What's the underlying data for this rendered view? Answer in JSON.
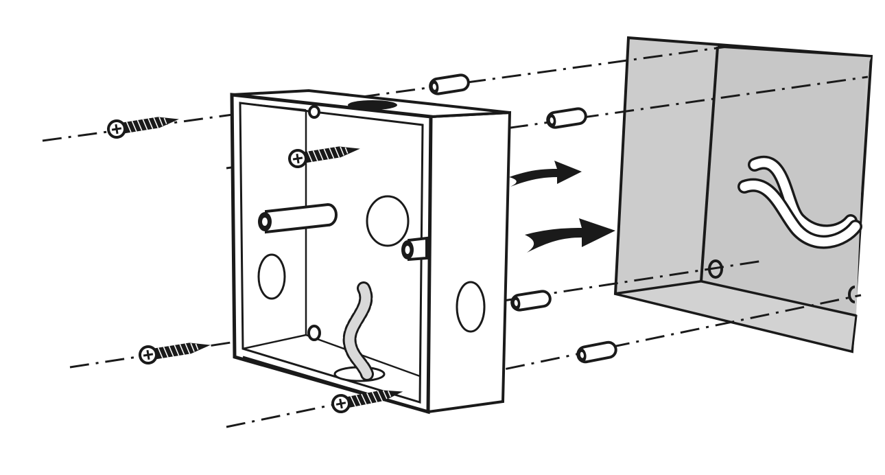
{
  "figure": {
    "kind": "exploded-installation-diagram",
    "colors": {
      "ink": "#1a1a1a",
      "wall_recess": "#cccccc",
      "background": "#ffffff",
      "dashed_cable": "#d9d9d9"
    },
    "parts": [
      {
        "name": "surface-mount-box"
      },
      {
        "name": "wall-recess"
      },
      {
        "name": "screw",
        "count": 4
      },
      {
        "name": "wall-plug",
        "count": 4
      },
      {
        "name": "cable"
      },
      {
        "name": "direction-arrow",
        "count": 2
      }
    ]
  }
}
